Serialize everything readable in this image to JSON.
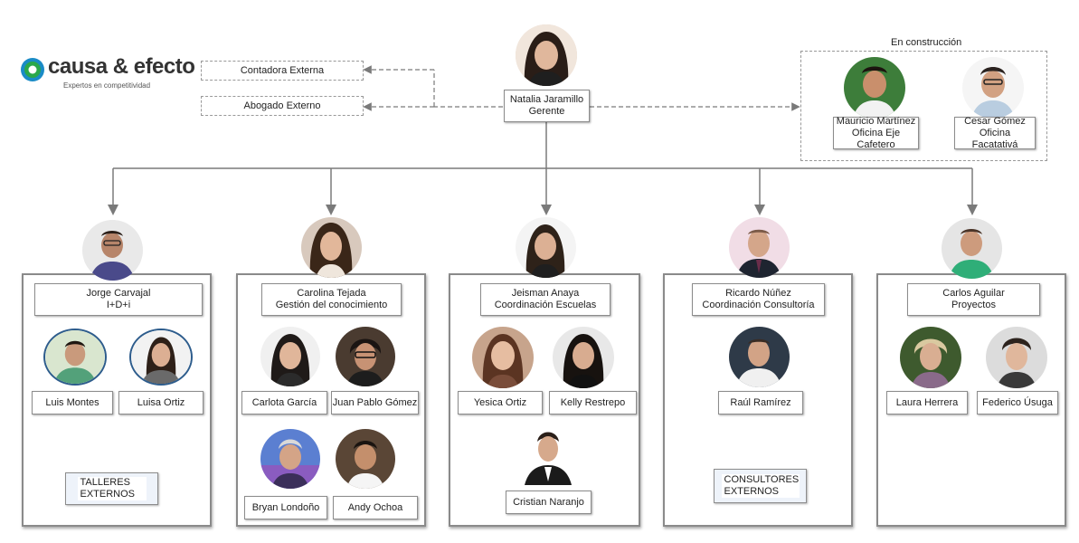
{
  "logo": {
    "brand": "causa & efecto",
    "tagline": "Expertos en competitividad"
  },
  "in_construction_label": "En construcción",
  "external": {
    "accountant": "Contadora Externa",
    "lawyer": "Abogado Externo"
  },
  "manager": {
    "name": "Natalia Jaramillo",
    "role": "Gerente"
  },
  "offices": [
    {
      "name": "Mauricio Martínez",
      "role": "Oficina Eje Cafetero"
    },
    {
      "name": "Cesar Gómez",
      "role": "Oficina Facatativá"
    }
  ],
  "departments": [
    {
      "head": "Jorge Carvajal",
      "role": "I+D+i",
      "members": [
        "Luis Montes",
        "Luisa Ortiz"
      ],
      "extra": "TALLERES EXTERNOS"
    },
    {
      "head": "Carolina Tejada",
      "role": "Gestión del conocimiento",
      "members": [
        "Carlota García",
        "Juan Pablo Gómez",
        "Bryan Londoño",
        "Andy Ochoa"
      ]
    },
    {
      "head": "Jeisman Anaya",
      "role": "Coordinación Escuelas",
      "members": [
        "Yesica Ortiz",
        "Kelly Restrepo",
        "Cristian Naranjo"
      ]
    },
    {
      "head": "Ricardo Núñez",
      "role": "Coordinación Consultoría",
      "members": [
        "Raúl Ramírez"
      ],
      "extra": "CONSULTORES EXTERNOS"
    },
    {
      "head": "Carlos Aguilar",
      "role": "Proyectos",
      "members": [
        "Laura Herrera",
        "Federico Úsuga"
      ]
    }
  ],
  "colors": {
    "line": "#7a7a7a",
    "box_border": "#8c8c8c",
    "logo_green": "#2aa84a",
    "logo_blue": "#1a8bc6"
  }
}
